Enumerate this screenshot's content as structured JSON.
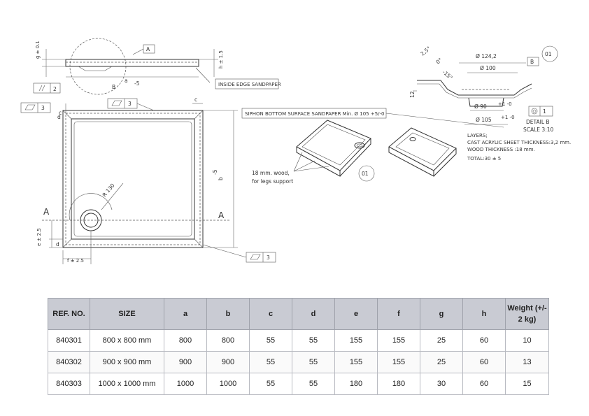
{
  "drawing": {
    "labels": {
      "view_ref_a_top": "A",
      "view_ref_a_left": "A",
      "view_ref_a_right": "A",
      "detail_ref": "B",
      "detail_ref_small": "B",
      "inside_edge_note": "INSIDE EDGE SANDPAPER",
      "siphon_note": "SIPHON BOTTOM SURFACE SANDPAPER Min.  Ø 105 +5/-0",
      "wood_note_line1": "18 mm. wood,",
      "wood_note_line2": "for legs support",
      "radius_label": "R 130",
      "dim_a": "a",
      "dim_a_tol": "-5",
      "dim_b": "b",
      "dim_b_tol": "-5",
      "dim_c_top": "c",
      "dim_c_left": "c",
      "dim_d_top": "d",
      "dim_d_bottom": "d",
      "dim_e": "e  ± 2.5",
      "dim_f": "f  ± 2.5",
      "dim_h": "h  ± 1.5",
      "dim_g": "g  ± 0.1",
      "tol_parallel": "2",
      "tol_flat_1": "3",
      "tol_flat_2": "3",
      "tol_flat_3": "3",
      "section_ref_1": "01",
      "section_ref_2": "01",
      "dia_124": "Ø   124,2",
      "dia_100": "Ø   100",
      "dia_90": "Ø   90",
      "dia_90_tol": "+1 -0",
      "dia_105": "Ø   105",
      "dia_105_tol": "+1 -0",
      "angle_25": "2,5°",
      "angle_0": "0°",
      "angle_15": "-15°",
      "height_12": "12",
      "detail_tol": "1",
      "layers_title": "LAYERS;",
      "layers_line1": "CAST ACRYLIC SHEET THICKNESS:3,2 mm.",
      "layers_line2": "WOOD THICKNESS :18 mm.",
      "layers_total": "TOTAL:30 ± 5",
      "detail_title": "DETAIL B",
      "detail_scale": "SCALE 3:10"
    }
  },
  "table": {
    "headers": [
      "REF. NO.",
      "SIZE",
      "a",
      "b",
      "c",
      "d",
      "e",
      "f",
      "g",
      "h",
      "Weight (+/- 2 kg)"
    ],
    "rows": [
      [
        "840301",
        "800 x 800 mm",
        "800",
        "800",
        "55",
        "55",
        "155",
        "155",
        "25",
        "60",
        "10"
      ],
      [
        "840302",
        "900 x 900 mm",
        "900",
        "900",
        "55",
        "55",
        "155",
        "155",
        "25",
        "60",
        "13"
      ],
      [
        "840303",
        "1000 x 1000 mm",
        "1000",
        "1000",
        "55",
        "55",
        "180",
        "180",
        "30",
        "60",
        "15"
      ]
    ]
  }
}
